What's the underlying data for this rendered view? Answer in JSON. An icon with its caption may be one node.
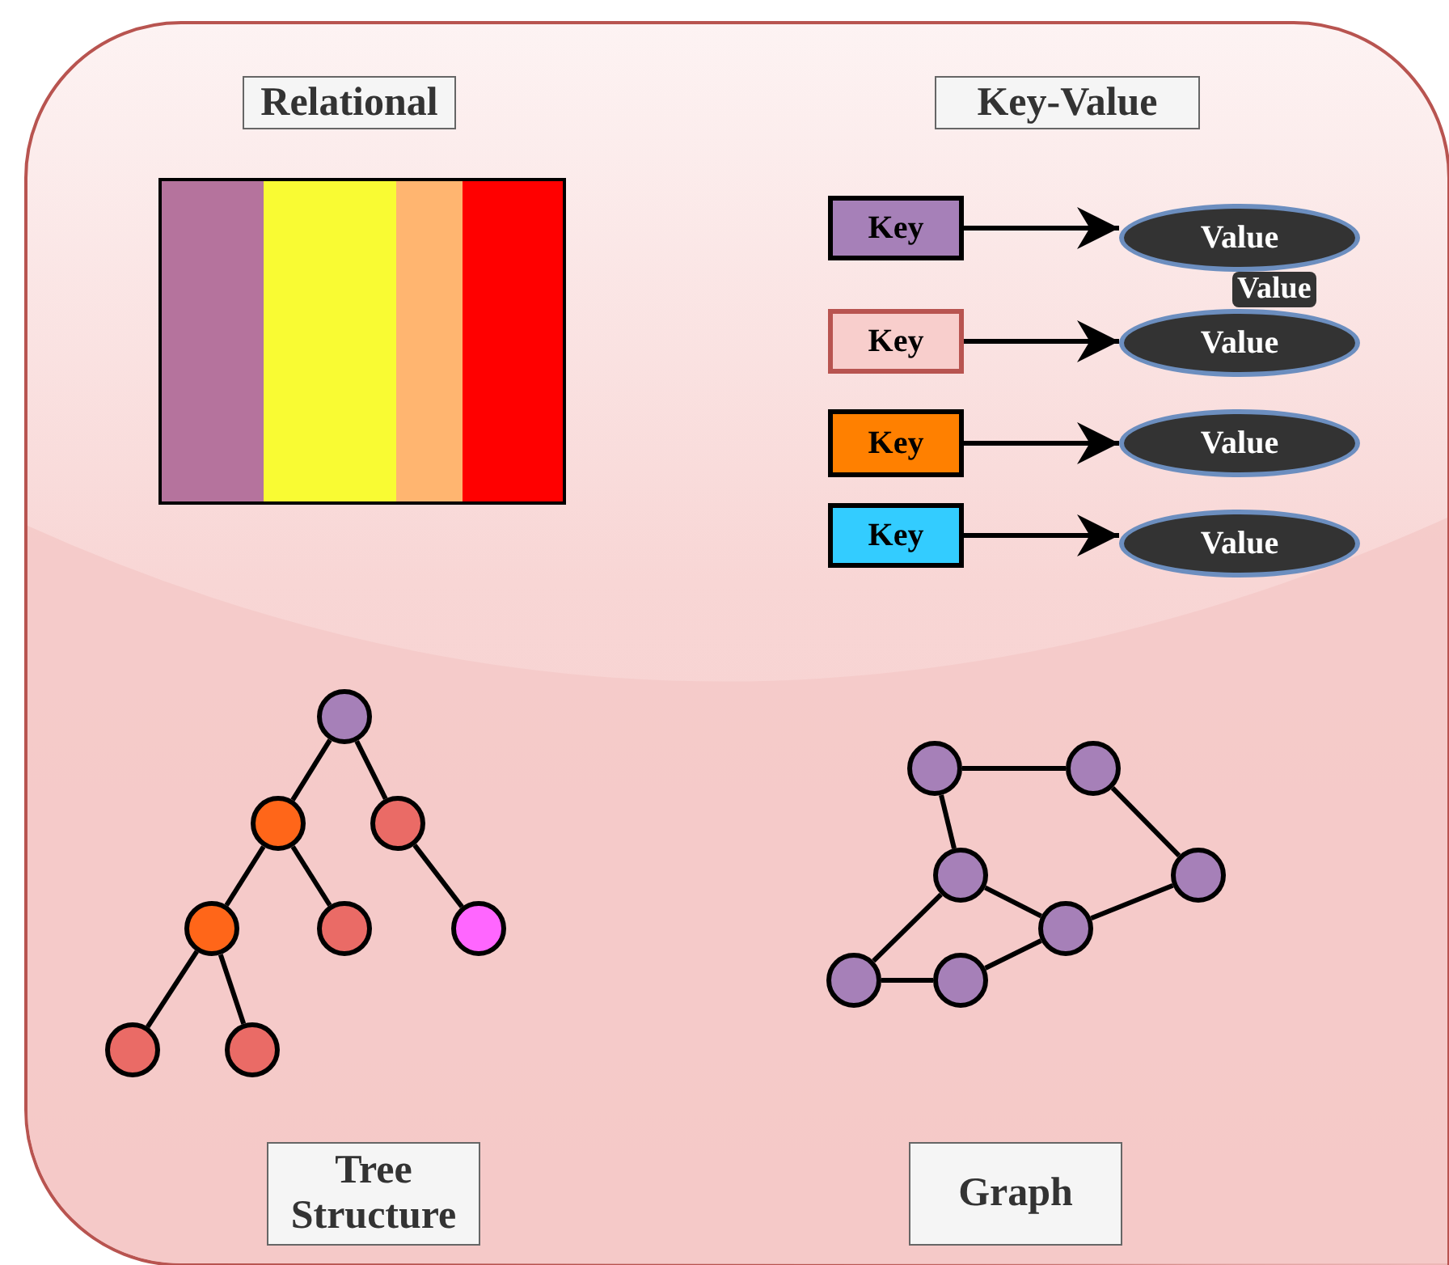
{
  "diagram": {
    "nodes": [
      {
        "text": [
          "Relational"
        ]
      },
      {
        "text": [
          "Key-Value"
        ]
      },
      {
        "text": [
          "Key"
        ]
      },
      {
        "text": [
          "Value"
        ]
      },
      {
        "text": [
          "Key"
        ]
      },
      {
        "text": [
          "Value"
        ]
      },
      {
        "text": [
          "Key"
        ]
      },
      {
        "text": [
          "Value"
        ]
      },
      {
        "text": [
          "Key"
        ]
      },
      {
        "text": [
          "Value"
        ]
      },
      {
        "text": [],
        "shape": "circle"
      },
      {
        "text": [],
        "shape": "circle"
      },
      {
        "text": [],
        "shape": "circle"
      },
      {
        "text": [],
        "shape": "circle"
      },
      {
        "text": [],
        "shape": "circle"
      },
      {
        "text": [],
        "shape": "circle"
      },
      {
        "text": [],
        "shape": "circle"
      },
      {
        "text": [],
        "shape": "circle"
      },
      {
        "text": [],
        "shape": "circle"
      },
      {
        "text": [],
        "shape": "circle"
      },
      {
        "text": [],
        "shape": "circle"
      },
      {
        "text": [],
        "shape": "circle"
      },
      {
        "text": [],
        "shape": "circle"
      },
      {
        "text": [],
        "shape": "circle"
      },
      {
        "text": [],
        "shape": "circle"
      },
      {
        "text": [
          "Tree Structure"
        ]
      },
      {
        "text": [
          "Graph"
        ]
      }
    ],
    "edges": [
      {
        "from": 2,
        "to": 3,
        "arrow": "to"
      },
      {
        "from": 4,
        "to": 5,
        "arrow": "to"
      },
      {
        "from": 6,
        "to": 7,
        "arrow": "to"
      },
      {
        "from": 8,
        "to": 9,
        "arrow": "to"
      },
      {
        "from": 10,
        "to": 11,
        "arrow": "none"
      },
      {
        "from": 10,
        "to": 12,
        "arrow": "none"
      },
      {
        "from": 11,
        "to": 13,
        "arrow": "none"
      },
      {
        "from": 11,
        "to": 14,
        "arrow": "none"
      },
      {
        "from": 12,
        "to": 15,
        "arrow": "none"
      },
      {
        "from": 13,
        "to": 16,
        "arrow": "none"
      },
      {
        "from": 13,
        "to": 17,
        "arrow": "none"
      },
      {
        "from": 18,
        "to": 19,
        "arrow": "none"
      },
      {
        "from": 18,
        "to": 20,
        "arrow": "none"
      },
      {
        "from": 19,
        "to": 21,
        "arrow": "none"
      },
      {
        "from": 20,
        "to": 22,
        "arrow": "none"
      },
      {
        "from": 20,
        "to": 23,
        "arrow": "none"
      },
      {
        "from": 22,
        "to": 21,
        "arrow": "none"
      },
      {
        "from": 23,
        "to": 24,
        "arrow": "none"
      },
      {
        "from": 24,
        "to": 22,
        "arrow": "none"
      }
    ],
    "labels": [
      "Value"
    ]
  }
}
